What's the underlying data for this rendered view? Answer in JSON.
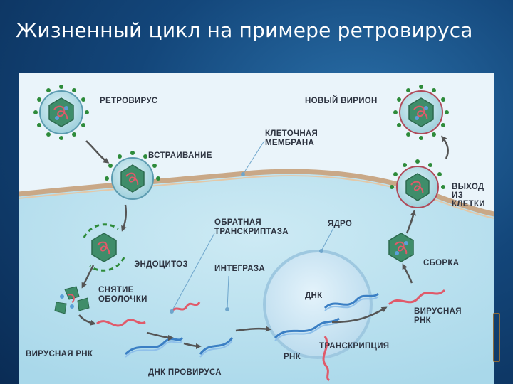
{
  "slide": {
    "title": "Жизненный цикл на примере ретровируса"
  },
  "labels": {
    "retrovirus": "РЕТРОВИРУС",
    "new_virion": "НОВЫЙ ВИРИОН",
    "cell_membrane_1": "КЛЕТОЧНАЯ",
    "cell_membrane_2": "МЕМБРАНА",
    "attachment": "ВСТРАИВАНИЕ",
    "exit_1": "ВЫХОД",
    "exit_2": "ИЗ",
    "exit_3": "КЛЕТКИ",
    "reverse_transcriptase_1": "ОБРАТНАЯ",
    "reverse_transcriptase_2": "ТРАНСКРИПТАЗА",
    "nucleus": "ЯДРО",
    "endocytosis": "ЭНДОЦИТОЗ",
    "integrase": "ИНТЕГРАЗА",
    "assembly": "СБОРКА",
    "uncoating_1": "СНЯТИЕ",
    "uncoating_2": "ОБОЛОЧКИ",
    "dna": "ДНК",
    "viral_rna_right_1": "ВИРУСНАЯ",
    "viral_rna_right_2": "РНК",
    "viral_rna_left": "ВИРУСНАЯ РНК",
    "rna": "РНК",
    "transcription": "ТРАНСКРИПЦИЯ",
    "provirus_dna": "ДНК ПРОВИРУСА"
  },
  "colors": {
    "background_dark": "#0a2c55",
    "extracellular": "#eaf4fa",
    "cytoplasm": "#bfe3f0",
    "membrane": "#c9a887",
    "nucleus": "#d3eaf6",
    "virus_spike": "#2e8b3a",
    "capsid": "#3f8d6a",
    "viral_rna": "#e05a6a",
    "dna": "#3b7fc4"
  }
}
